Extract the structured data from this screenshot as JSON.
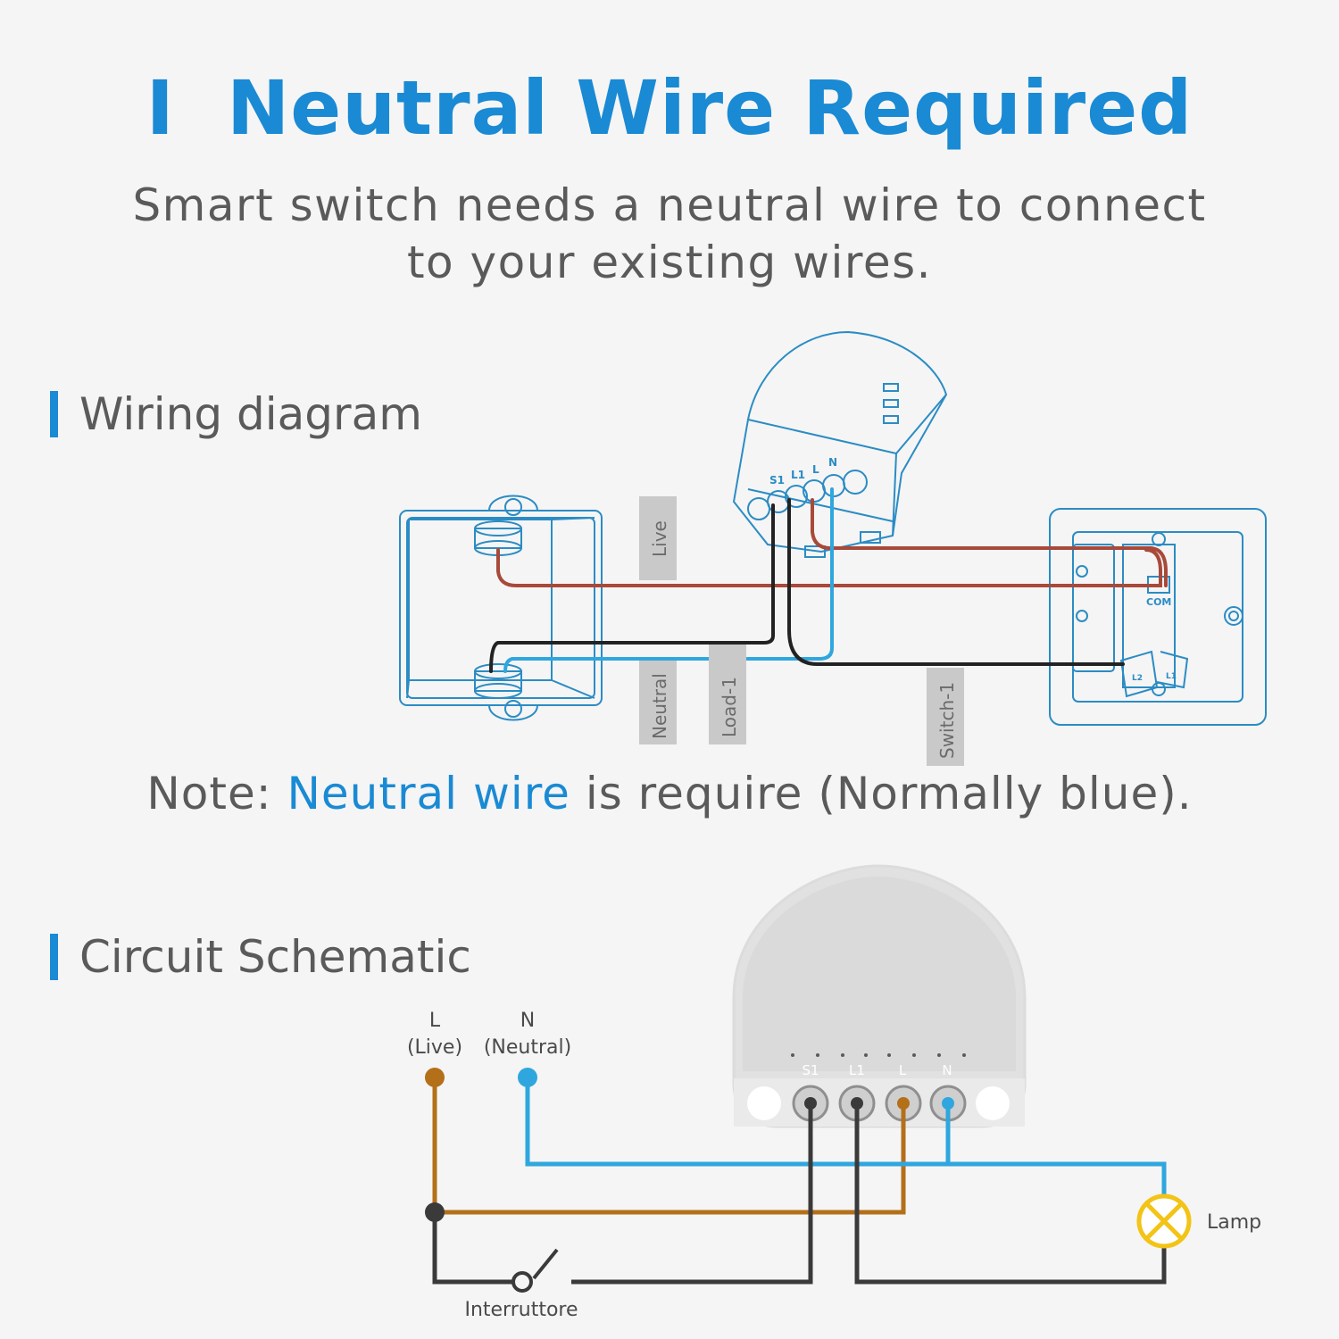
{
  "header": {
    "title_mark": "I",
    "title": "Neutral Wire Required",
    "subtitle_line1": "Smart switch needs a neutral wire to connect",
    "subtitle_line2": "to your existing wires."
  },
  "wiring_section": {
    "heading": "Wiring diagram",
    "tags": {
      "live": "Live",
      "neutral": "Neutral",
      "load": "Load-1",
      "switch": "Switch-1"
    },
    "module_terminals": [
      "S1",
      "L1",
      "L",
      "N"
    ],
    "wall_switch_labels": {
      "com": "COM",
      "l1": "L1",
      "l2": "L2"
    }
  },
  "note": {
    "prefix": "Note: ",
    "highlight": "Neutral wire",
    "suffix": " is require (Normally blue)."
  },
  "circuit_section": {
    "heading": "Circuit Schematic",
    "live_label": "L",
    "live_sub": "(Live)",
    "neutral_label": "N",
    "neutral_sub": "(Neutral)",
    "module_terminals": [
      "S1",
      "L1",
      "L",
      "N"
    ],
    "lamp_label": "Lamp",
    "switch_label": "Interruttore"
  },
  "colors": {
    "accent": "#1a8ad4",
    "live_wire_brown": "#b46f19",
    "red_wire": "#a8493a",
    "neutral_blue": "#2fa7de",
    "dark_wire": "#3a3a3a",
    "lamp_yellow": "#f3c316",
    "line_blue": "#2b8cc4"
  }
}
